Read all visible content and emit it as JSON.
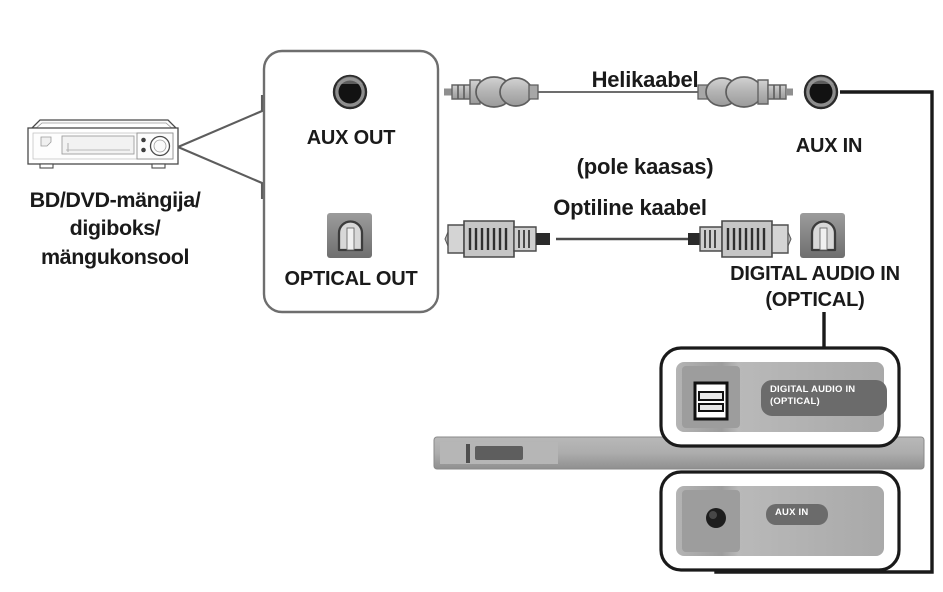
{
  "diagram": {
    "title": "Audio connection diagram",
    "language": "Estonian",
    "background_color": "#ffffff",
    "line_color": "#1a1a1a",
    "source_device": {
      "caption": "BD/DVD-mängija/\ndigiboks/\nmängukonsool",
      "icon": "bd-dvd-player-icon"
    },
    "source_ports_panel": {
      "ports": [
        {
          "name": "aux-out-jack",
          "label": "AUX OUT",
          "type": "3.5mm-jack"
        },
        {
          "name": "optical-out-port",
          "label": "OPTICAL OUT",
          "type": "toslink"
        }
      ]
    },
    "cables": [
      {
        "name": "audio-cable",
        "label_line1": "Helikaabel",
        "label_line2": "(pole kaasas)",
        "type": "3.5mm-stereo"
      },
      {
        "name": "optical-cable",
        "label_line1": "Optiline kaabel",
        "label_line2": "",
        "type": "toslink-optical"
      }
    ],
    "target_ports": [
      {
        "name": "aux-in-port",
        "label": "AUX IN",
        "type": "3.5mm-jack"
      },
      {
        "name": "digital-audio-in-port",
        "label": "DIGITAL AUDIO IN\n(OPTICAL)",
        "type": "toslink"
      }
    ],
    "soundbar": {
      "name": "soundbar-device",
      "callouts": [
        {
          "name": "callout-digital-audio-in",
          "pill_label": "DIGITAL AUDIO IN\n(OPTICAL)",
          "port": "optical-socket"
        },
        {
          "name": "callout-aux-in",
          "pill_label": "AUX IN",
          "port": "aux-socket"
        }
      ]
    },
    "colors": {
      "stroke": "#1a1a1a",
      "panel_stroke": "#6e6e6e",
      "connector_body": "#b0b0b0",
      "port_gray": "#7d7d7d",
      "pill_gray": "#6b6b6b",
      "device_gray": "#a8a8a8"
    }
  }
}
